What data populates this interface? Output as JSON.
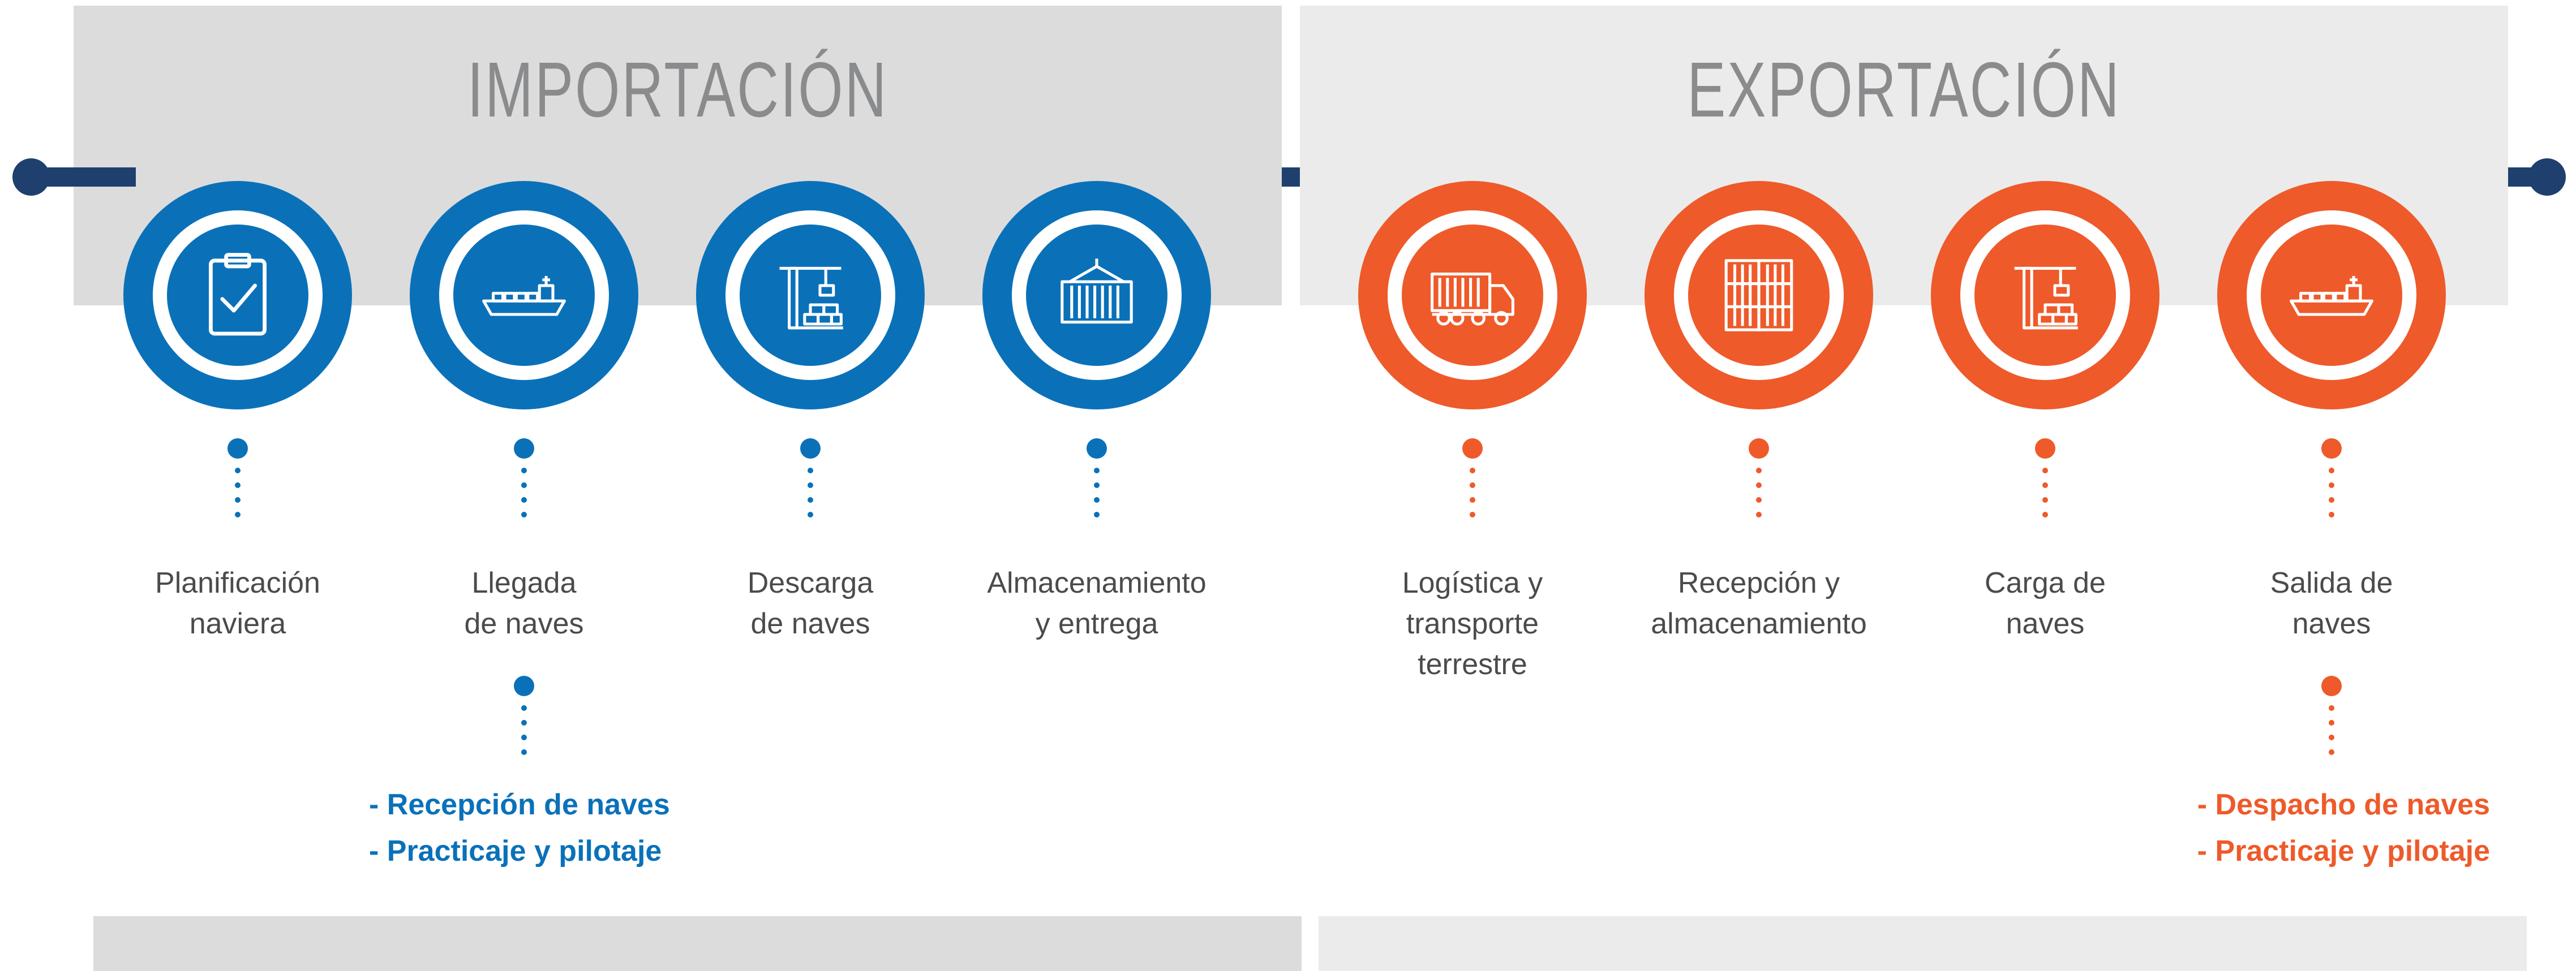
{
  "import_panel": {
    "title": "IMPORTACIÓN"
  },
  "export_panel": {
    "title": "EXPORTACIÓN"
  },
  "colors": {
    "import": "#0a71b9",
    "export": "#ee5a2a",
    "timeline": "#1f3f6f",
    "panel_gray": "#dcdcdd"
  },
  "import_steps": [
    {
      "label": "Planificación\nnaviera",
      "icon": "clipboard-check-icon"
    },
    {
      "label": "Llegada\nde naves",
      "icon": "ship-icon"
    },
    {
      "label": "Descarga\nde naves",
      "icon": "crane-icon"
    },
    {
      "label": "Almacenamiento\ny entrega",
      "icon": "container-icon"
    }
  ],
  "export_steps": [
    {
      "label": "Logística y\ntransporte\nterrestre",
      "icon": "truck-icon"
    },
    {
      "label": "Recepción y\nalmacenamiento",
      "icon": "stacked-containers-icon"
    },
    {
      "label": "Carga de\nnaves",
      "icon": "crane-icon"
    },
    {
      "label": "Salida de\nnaves",
      "icon": "ship-icon"
    }
  ],
  "import_details": [
    "- Recepción de naves",
    "- Practicaje y pilotaje"
  ],
  "export_details": [
    "- Despacho de naves",
    "- Practicaje y pilotaje"
  ]
}
